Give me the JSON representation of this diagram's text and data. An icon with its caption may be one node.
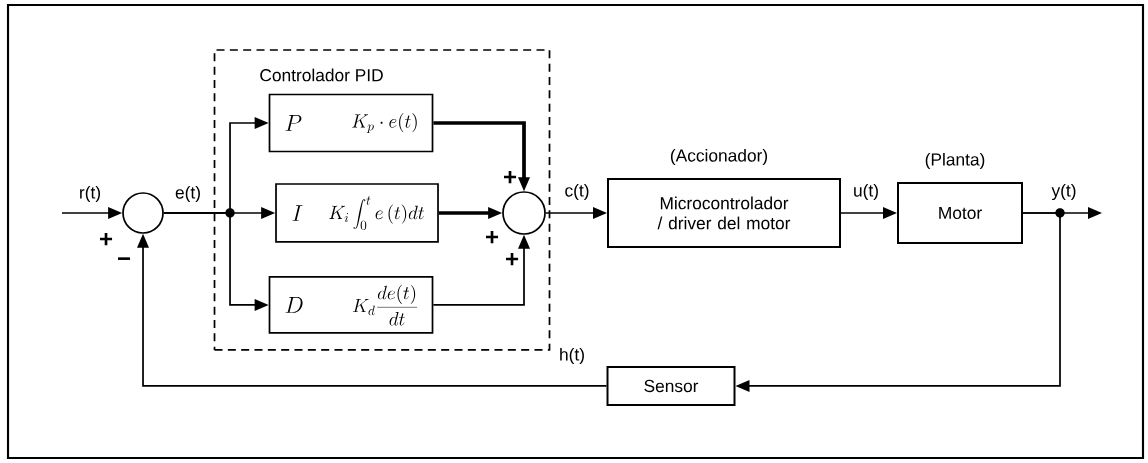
{
  "diagram": {
    "nodes": [
      {
        "text": [],
        "shape": "circle"
      },
      {
        "text": [
          "Controlador PID"
        ]
      },
      {
        "text": [
          "P",
          "K_p \\cdot e(t)"
        ],
        "in": 1
      },
      {
        "text": [
          "I",
          "K_i \\int_0^t e\\,(t)dt"
        ],
        "in": 1
      },
      {
        "text": [
          "D",
          "K_d \\frac{de(t)}{dt}"
        ],
        "in": 1
      },
      {
        "text": [],
        "shape": "circle",
        "in": 1
      },
      {
        "text": [
          "(Accionador)",
          "Microcontrolador / driver del motor"
        ]
      },
      {
        "text": [
          "(Planta)",
          "Motor"
        ]
      },
      {
        "text": [
          "Sensor"
        ]
      }
    ],
    "edges": [
      {
        "from": null,
        "to": 0,
        "arrow": "to",
        "label": "r(t)"
      },
      {
        "from": 0,
        "to": 2,
        "arrow": "to"
      },
      {
        "from": 0,
        "to": 3,
        "arrow": "to",
        "label": "e(t)"
      },
      {
        "from": 0,
        "to": 4,
        "arrow": "to"
      },
      {
        "from": 2,
        "to": 5,
        "arrow": "to",
        "style": "thick"
      },
      {
        "from": 3,
        "to": 5,
        "arrow": "to",
        "style": "thick"
      },
      {
        "from": 4,
        "to": 5,
        "arrow": "to"
      },
      {
        "from": 5,
        "to": 6,
        "arrow": "to",
        "label": "c(t)"
      },
      {
        "from": 6,
        "to": 7,
        "arrow": "to",
        "label": "u(t)"
      },
      {
        "from": 7,
        "to": null,
        "arrow": "to",
        "label": "y(t)"
      },
      {
        "from": 7,
        "to": 8,
        "arrow": "to"
      },
      {
        "from": 8,
        "to": 0,
        "arrow": "to",
        "label": "h(t)"
      }
    ],
    "labels": [
      "+",
      "−",
      "+",
      "+",
      "+"
    ]
  }
}
